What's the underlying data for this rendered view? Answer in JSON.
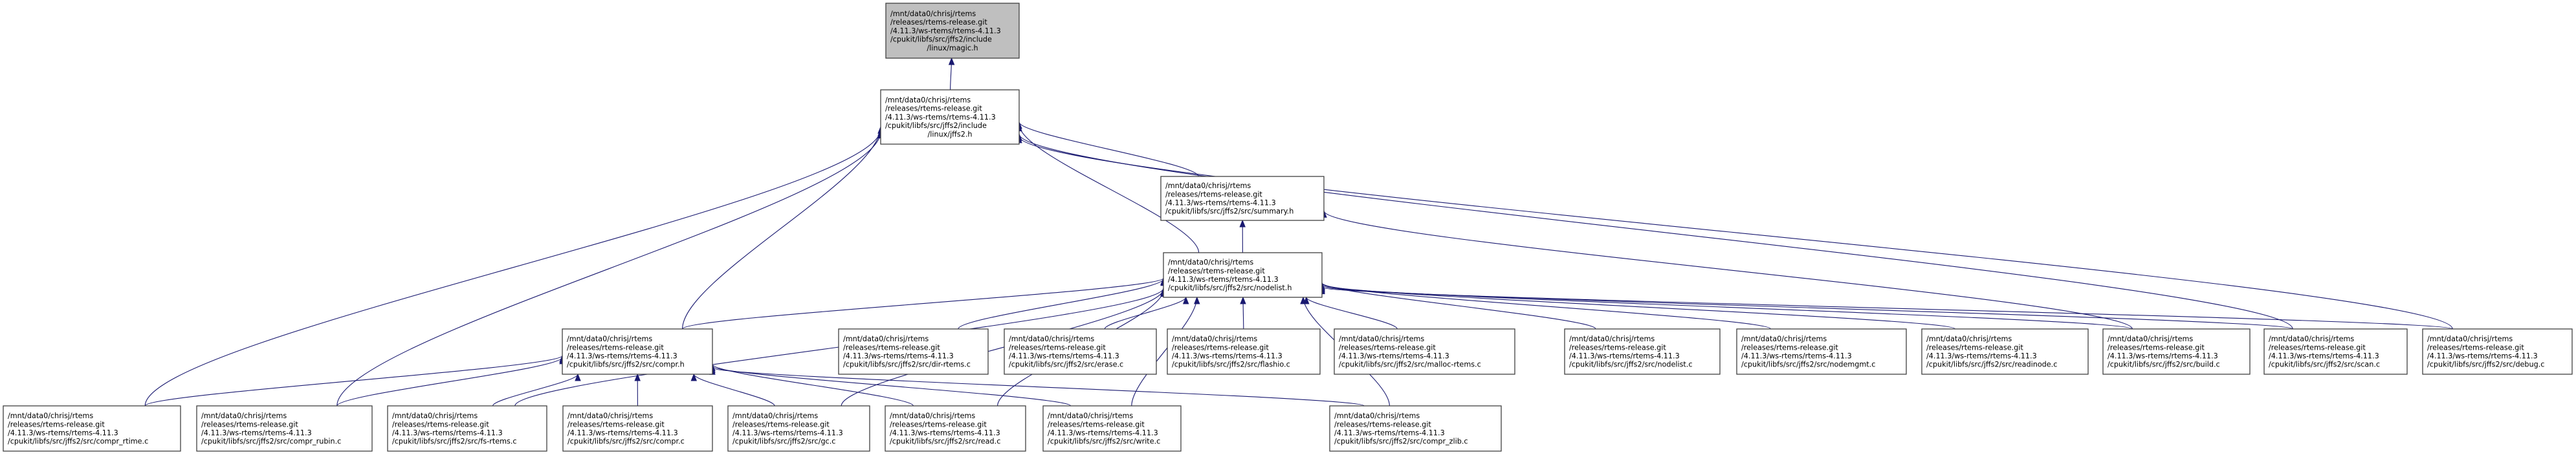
{
  "graph": {
    "kind": "include-dependency-graph",
    "colors": {
      "edge": "#191970",
      "root_fill": "#bfbfbf",
      "node_fill": "#ffffff",
      "node_border": "#404040"
    },
    "nodes": [
      {
        "id": "magic_h",
        "root": true,
        "lines": [
          "/mnt/data0/chrisj/rtems",
          "/releases/rtems-release.git",
          "/4.11.3/ws-rtems/rtems-4.11.3",
          "/cpukit/libfs/src/jffs2/include",
          "/linux/magic.h"
        ]
      },
      {
        "id": "jffs2_h",
        "lines": [
          "/mnt/data0/chrisj/rtems",
          "/releases/rtems-release.git",
          "/4.11.3/ws-rtems/rtems-4.11.3",
          "/cpukit/libfs/src/jffs2/include",
          "/linux/jffs2.h"
        ]
      },
      {
        "id": "summary_h",
        "lines": [
          "/mnt/data0/chrisj/rtems",
          "/releases/rtems-release.git",
          "/4.11.3/ws-rtems/rtems-4.11.3",
          "/cpukit/libfs/src/jffs2/src/summary.h"
        ]
      },
      {
        "id": "nodelist_h",
        "lines": [
          "/mnt/data0/chrisj/rtems",
          "/releases/rtems-release.git",
          "/4.11.3/ws-rtems/rtems-4.11.3",
          "/cpukit/libfs/src/jffs2/src/nodelist.h"
        ]
      },
      {
        "id": "compr_h",
        "lines": [
          "/mnt/data0/chrisj/rtems",
          "/releases/rtems-release.git",
          "/4.11.3/ws-rtems/rtems-4.11.3",
          "/cpukit/libfs/src/jffs2/src/compr.h"
        ]
      },
      {
        "id": "dir_rtems_c",
        "lines": [
          "/mnt/data0/chrisj/rtems",
          "/releases/rtems-release.git",
          "/4.11.3/ws-rtems/rtems-4.11.3",
          "/cpukit/libfs/src/jffs2/src/dir-rtems.c"
        ]
      },
      {
        "id": "erase_c",
        "lines": [
          "/mnt/data0/chrisj/rtems",
          "/releases/rtems-release.git",
          "/4.11.3/ws-rtems/rtems-4.11.3",
          "/cpukit/libfs/src/jffs2/src/erase.c"
        ]
      },
      {
        "id": "flashio_c",
        "lines": [
          "/mnt/data0/chrisj/rtems",
          "/releases/rtems-release.git",
          "/4.11.3/ws-rtems/rtems-4.11.3",
          "/cpukit/libfs/src/jffs2/src/flashio.c"
        ]
      },
      {
        "id": "malloc_rtems_c",
        "lines": [
          "/mnt/data0/chrisj/rtems",
          "/releases/rtems-release.git",
          "/4.11.3/ws-rtems/rtems-4.11.3",
          "/cpukit/libfs/src/jffs2/src/malloc-rtems.c"
        ]
      },
      {
        "id": "nodelist_c",
        "lines": [
          "/mnt/data0/chrisj/rtems",
          "/releases/rtems-release.git",
          "/4.11.3/ws-rtems/rtems-4.11.3",
          "/cpukit/libfs/src/jffs2/src/nodelist.c"
        ]
      },
      {
        "id": "nodemgmt_c",
        "lines": [
          "/mnt/data0/chrisj/rtems",
          "/releases/rtems-release.git",
          "/4.11.3/ws-rtems/rtems-4.11.3",
          "/cpukit/libfs/src/jffs2/src/nodemgmt.c"
        ]
      },
      {
        "id": "readinode_c",
        "lines": [
          "/mnt/data0/chrisj/rtems",
          "/releases/rtems-release.git",
          "/4.11.3/ws-rtems/rtems-4.11.3",
          "/cpukit/libfs/src/jffs2/src/readinode.c"
        ]
      },
      {
        "id": "build_c",
        "lines": [
          "/mnt/data0/chrisj/rtems",
          "/releases/rtems-release.git",
          "/4.11.3/ws-rtems/rtems-4.11.3",
          "/cpukit/libfs/src/jffs2/src/build.c"
        ]
      },
      {
        "id": "scan_c",
        "lines": [
          "/mnt/data0/chrisj/rtems",
          "/releases/rtems-release.git",
          "/4.11.3/ws-rtems/rtems-4.11.3",
          "/cpukit/libfs/src/jffs2/src/scan.c"
        ]
      },
      {
        "id": "debug_c",
        "lines": [
          "/mnt/data0/chrisj/rtems",
          "/releases/rtems-release.git",
          "/4.11.3/ws-rtems/rtems-4.11.3",
          "/cpukit/libfs/src/jffs2/src/debug.c"
        ]
      },
      {
        "id": "compr_rtime_c",
        "lines": [
          "/mnt/data0/chrisj/rtems",
          "/releases/rtems-release.git",
          "/4.11.3/ws-rtems/rtems-4.11.3",
          "/cpukit/libfs/src/jffs2/src/compr_rtime.c"
        ]
      },
      {
        "id": "compr_rubin_c",
        "lines": [
          "/mnt/data0/chrisj/rtems",
          "/releases/rtems-release.git",
          "/4.11.3/ws-rtems/rtems-4.11.3",
          "/cpukit/libfs/src/jffs2/src/compr_rubin.c"
        ]
      },
      {
        "id": "fs_rtems_c",
        "lines": [
          "/mnt/data0/chrisj/rtems",
          "/releases/rtems-release.git",
          "/4.11.3/ws-rtems/rtems-4.11.3",
          "/cpukit/libfs/src/jffs2/src/fs-rtems.c"
        ]
      },
      {
        "id": "compr_c",
        "lines": [
          "/mnt/data0/chrisj/rtems",
          "/releases/rtems-release.git",
          "/4.11.3/ws-rtems/rtems-4.11.3",
          "/cpukit/libfs/src/jffs2/src/compr.c"
        ]
      },
      {
        "id": "gc_c",
        "lines": [
          "/mnt/data0/chrisj/rtems",
          "/releases/rtems-release.git",
          "/4.11.3/ws-rtems/rtems-4.11.3",
          "/cpukit/libfs/src/jffs2/src/gc.c"
        ]
      },
      {
        "id": "read_c",
        "lines": [
          "/mnt/data0/chrisj/rtems",
          "/releases/rtems-release.git",
          "/4.11.3/ws-rtems/rtems-4.11.3",
          "/cpukit/libfs/src/jffs2/src/read.c"
        ]
      },
      {
        "id": "write_c",
        "lines": [
          "/mnt/data0/chrisj/rtems",
          "/releases/rtems-release.git",
          "/4.11.3/ws-rtems/rtems-4.11.3",
          "/cpukit/libfs/src/jffs2/src/write.c"
        ]
      },
      {
        "id": "compr_zlib_c",
        "lines": [
          "/mnt/data0/chrisj/rtems",
          "/releases/rtems-release.git",
          "/4.11.3/ws-rtems/rtems-4.11.3",
          "/cpukit/libfs/src/jffs2/src/compr_zlib.c"
        ]
      }
    ],
    "edges": [
      {
        "from": "jffs2_h",
        "to": "magic_h"
      },
      {
        "from": "summary_h",
        "to": "jffs2_h"
      },
      {
        "from": "nodelist_h",
        "to": "jffs2_h"
      },
      {
        "from": "compr_h",
        "to": "jffs2_h"
      },
      {
        "from": "compr_rtime_c",
        "to": "jffs2_h"
      },
      {
        "from": "compr_rubin_c",
        "to": "jffs2_h"
      },
      {
        "from": "scan_c",
        "to": "jffs2_h"
      },
      {
        "from": "debug_c",
        "to": "jffs2_h"
      },
      {
        "from": "nodelist_h",
        "to": "summary_h"
      },
      {
        "from": "build_c",
        "to": "summary_h"
      },
      {
        "from": "compr_h",
        "to": "nodelist_h"
      },
      {
        "from": "dir_rtems_c",
        "to": "nodelist_h"
      },
      {
        "from": "erase_c",
        "to": "nodelist_h"
      },
      {
        "from": "flashio_c",
        "to": "nodelist_h"
      },
      {
        "from": "malloc_rtems_c",
        "to": "nodelist_h"
      },
      {
        "from": "nodelist_c",
        "to": "nodelist_h"
      },
      {
        "from": "nodemgmt_c",
        "to": "nodelist_h"
      },
      {
        "from": "readinode_c",
        "to": "nodelist_h"
      },
      {
        "from": "build_c",
        "to": "nodelist_h"
      },
      {
        "from": "scan_c",
        "to": "nodelist_h"
      },
      {
        "from": "debug_c",
        "to": "nodelist_h"
      },
      {
        "from": "fs_rtems_c",
        "to": "nodelist_h"
      },
      {
        "from": "gc_c",
        "to": "nodelist_h"
      },
      {
        "from": "read_c",
        "to": "nodelist_h"
      },
      {
        "from": "write_c",
        "to": "nodelist_h"
      },
      {
        "from": "compr_zlib_c",
        "to": "nodelist_h"
      },
      {
        "from": "compr_rtime_c",
        "to": "compr_h"
      },
      {
        "from": "compr_rubin_c",
        "to": "compr_h"
      },
      {
        "from": "fs_rtems_c",
        "to": "compr_h"
      },
      {
        "from": "compr_c",
        "to": "compr_h"
      },
      {
        "from": "gc_c",
        "to": "compr_h"
      },
      {
        "from": "read_c",
        "to": "compr_h"
      },
      {
        "from": "write_c",
        "to": "compr_h"
      },
      {
        "from": "compr_zlib_c",
        "to": "compr_h"
      }
    ]
  }
}
